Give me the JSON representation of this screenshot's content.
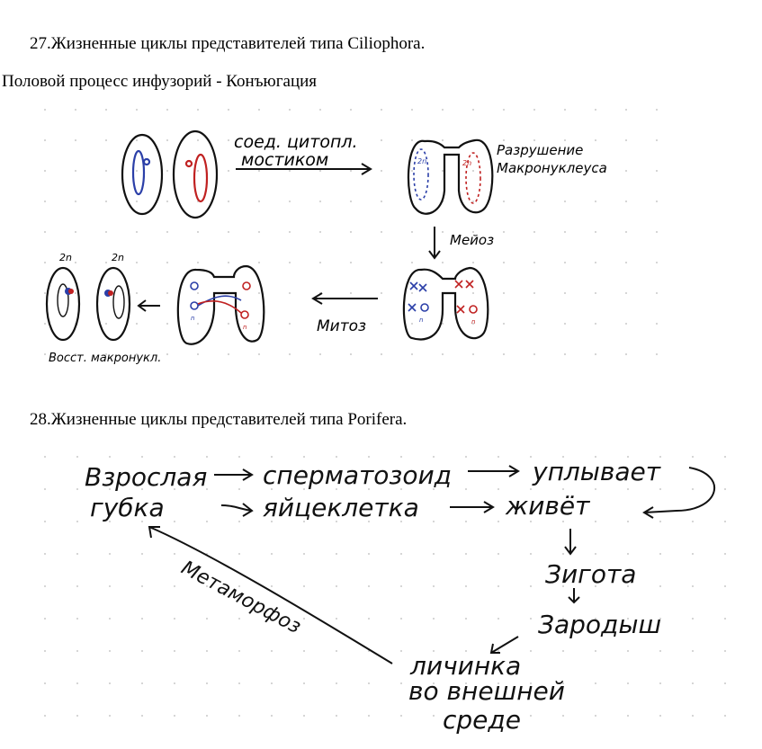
{
  "section_27": {
    "heading": "27.Жизненные циклы представителей типа Ciliophora.",
    "subheading": "Половой процесс инфузорий - Конъюгация",
    "sketch": {
      "arrow_label_line1": "соед. цитопл.",
      "arrow_label_line2": "мостиком",
      "stage_label_line1": "Разрушение",
      "stage_label_line2": "Макронуклеуса",
      "meiosis_label": "Мейоз",
      "mitosis_label": "Митоз",
      "ploidy_a": "2n",
      "ploidy_b": "2n",
      "nucleus_2n_left": "2n",
      "nucleus_2n_right": "2n",
      "n_label": "n",
      "restore_label": "Восст. макронукл."
    }
  },
  "section_28": {
    "heading": "28.Жизненные циклы представителей типа Porifera.",
    "sketch": {
      "adult_line1": "Взрослая",
      "adult_line2": "губка",
      "sperm": "сперматозоид",
      "egg": "яйцеклетка",
      "swims": "уплывает",
      "lives": "живёт",
      "zygote": "Зигота",
      "embryo": "Зародыш",
      "larva_line1": "личинка",
      "larva_line2": "во внешней",
      "larva_line3": "среде",
      "metamorphosis": "Метаморфоз"
    }
  },
  "colors": {
    "ink": "#111111",
    "blue": "#2b3fa8",
    "red": "#c02121",
    "dot": "#c9c9c9"
  }
}
